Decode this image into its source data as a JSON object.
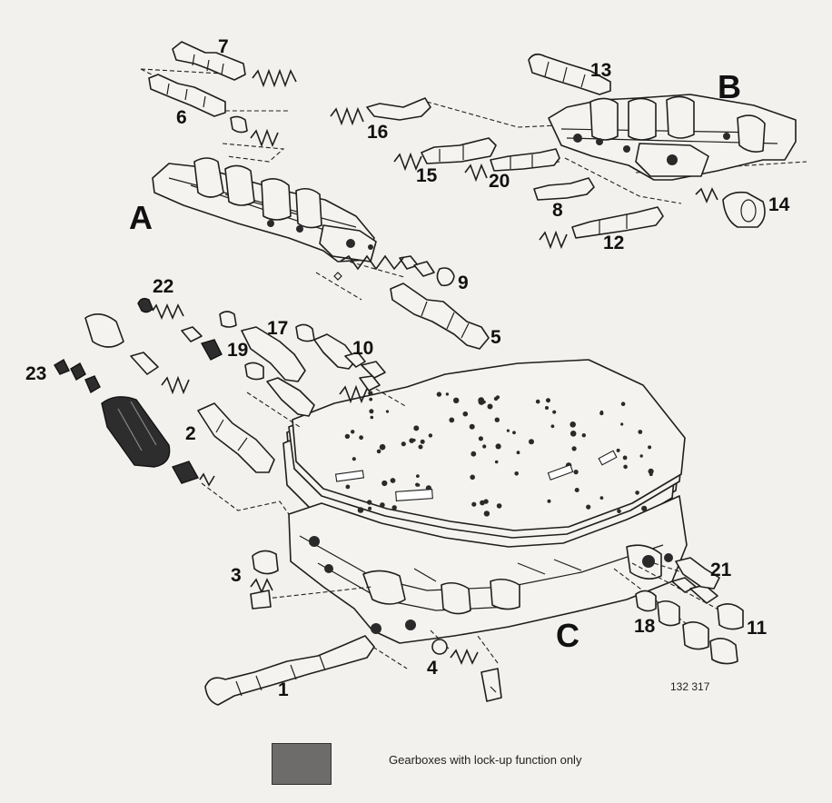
{
  "sections": {
    "a": "A",
    "b": "B",
    "c": "C"
  },
  "callouts": {
    "n1": "1",
    "n2": "2",
    "n3": "3",
    "n4": "4",
    "n5": "5",
    "n6": "6",
    "n7": "7",
    "n8": "8",
    "n9": "9",
    "n10": "10",
    "n11": "11",
    "n12": "12",
    "n13": "13",
    "n14": "14",
    "n15": "15",
    "n16": "16",
    "n17": "17",
    "n18": "18",
    "n19": "19",
    "n20": "20",
    "n21": "21",
    "n22": "22",
    "n23": "23"
  },
  "reference_number": "132 317",
  "legend": {
    "text": "Gearboxes with lock-up function only",
    "swatch_color": "#6d6c6a"
  }
}
